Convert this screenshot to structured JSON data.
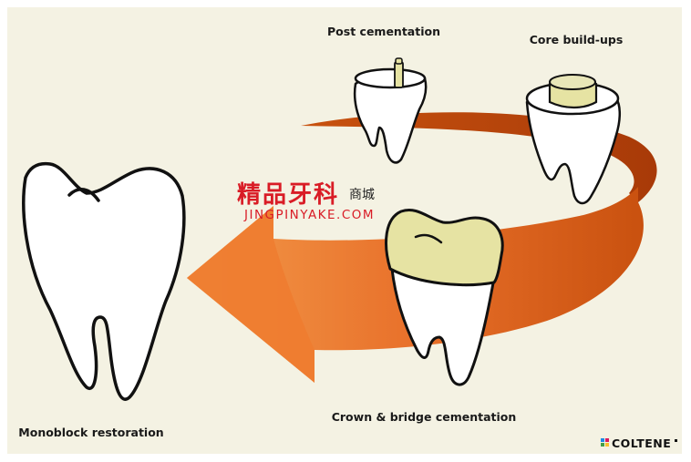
{
  "labels": {
    "post_cementation": "Post cementation",
    "core_buildups": "Core build-ups",
    "monoblock_restoration": "Monoblock restoration",
    "crown_bridge_cementation": "Crown & bridge cementation"
  },
  "watermark": {
    "chinese_main": "精品牙科",
    "chinese_suffix": "商城",
    "url": "JINGPINYAKE.COM"
  },
  "brand": {
    "name": "COLTENE"
  },
  "colors": {
    "background": "#f4f2e3",
    "arrow_light": "#f08a3c",
    "arrow_dark": "#b83e0a",
    "tooth_fill": "#ffffff",
    "restoration_fill": "#e6e3a3",
    "outline": "#111111",
    "watermark_red": "#d91c26"
  }
}
